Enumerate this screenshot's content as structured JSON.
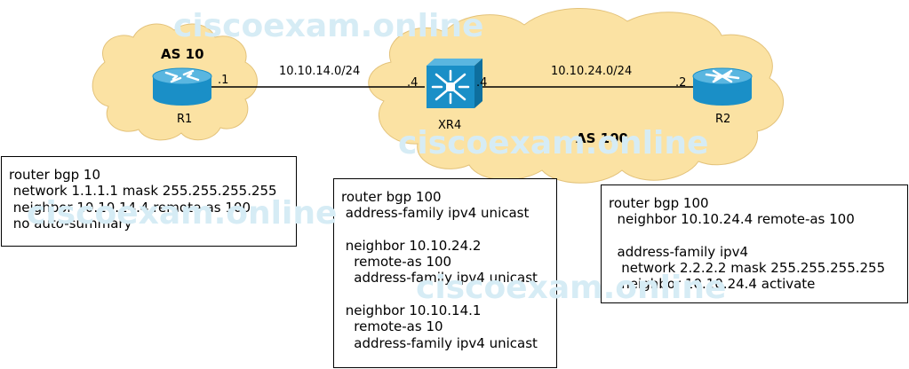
{
  "diagram": {
    "as_labels": {
      "as10": "AS 10",
      "as100": "AS 100"
    },
    "links": [
      {
        "subnet": "10.10.14.0/24",
        "left_if": ".1",
        "right_if": ".4"
      },
      {
        "subnet": "10.10.24.0/24",
        "left_if": ".4",
        "right_if": ".2"
      }
    ],
    "routers": [
      {
        "name": "R1",
        "icon": "router-icon"
      },
      {
        "name": "XR4",
        "icon": "switch-router-icon"
      },
      {
        "name": "R2",
        "icon": "router-icon"
      }
    ],
    "colors": {
      "cloud": "#fbe2a3",
      "router_body": "#1a8fc7",
      "router_top": "#5ab6e0",
      "watermark": "#d6ecf5"
    }
  },
  "configs": {
    "r1": [
      "router bgp 10",
      " network 1.1.1.1 mask 255.255.255.255",
      " neighbor 10.10.14.4 remote-as 100",
      " no auto-summary"
    ],
    "xr4": [
      "router bgp 100",
      " address-family ipv4 unicast",
      "",
      " neighbor 10.10.24.2",
      "   remote-as 100",
      "   address-family ipv4 unicast",
      "",
      " neighbor 10.10.14.1",
      "   remote-as 10",
      "   address-family ipv4 unicast"
    ],
    "r2": [
      "router bgp 100",
      "  neighbor 10.10.24.4 remote-as 100",
      "",
      "  address-family ipv4",
      "   network 2.2.2.2 mask 255.255.255.255",
      "   neighbor 10.10.24.4 activate"
    ]
  },
  "watermark": "ciscoexam.online"
}
